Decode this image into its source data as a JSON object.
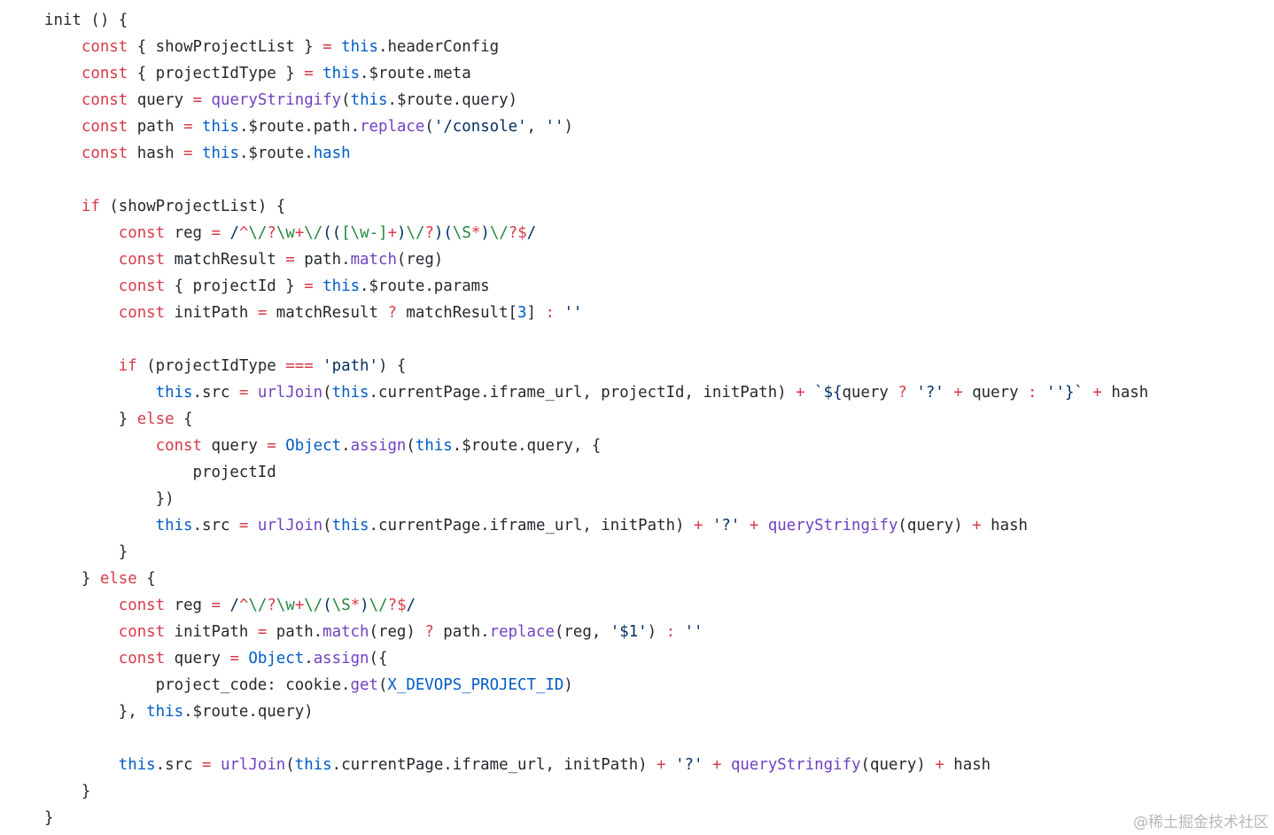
{
  "watermark": "@稀土掘金技术社区",
  "code_lines": [
    [
      [
        "tx",
        "init () {"
      ]
    ],
    [
      [
        "tx",
        "    "
      ],
      [
        "kw",
        "const"
      ],
      [
        "tx",
        " { showProjectList } "
      ],
      [
        "op",
        "="
      ],
      [
        "tx",
        " "
      ],
      [
        "bl",
        "this"
      ],
      [
        "tx",
        ".headerConfig"
      ]
    ],
    [
      [
        "tx",
        "    "
      ],
      [
        "kw",
        "const"
      ],
      [
        "tx",
        " { projectIdType } "
      ],
      [
        "op",
        "="
      ],
      [
        "tx",
        " "
      ],
      [
        "bl",
        "this"
      ],
      [
        "tx",
        ".$route.meta"
      ]
    ],
    [
      [
        "tx",
        "    "
      ],
      [
        "kw",
        "const"
      ],
      [
        "tx",
        " query "
      ],
      [
        "op",
        "="
      ],
      [
        "tx",
        " "
      ],
      [
        "fn",
        "queryStringify"
      ],
      [
        "tx",
        "("
      ],
      [
        "bl",
        "this"
      ],
      [
        "tx",
        ".$route.query)"
      ]
    ],
    [
      [
        "tx",
        "    "
      ],
      [
        "kw",
        "const"
      ],
      [
        "tx",
        " path "
      ],
      [
        "op",
        "="
      ],
      [
        "tx",
        " "
      ],
      [
        "bl",
        "this"
      ],
      [
        "tx",
        ".$route.path."
      ],
      [
        "fn",
        "replace"
      ],
      [
        "tx",
        "("
      ],
      [
        "str",
        "'/console'"
      ],
      [
        "tx",
        ", "
      ],
      [
        "str",
        "''"
      ],
      [
        "tx",
        ")"
      ]
    ],
    [
      [
        "tx",
        "    "
      ],
      [
        "kw",
        "const"
      ],
      [
        "tx",
        " hash "
      ],
      [
        "op",
        "="
      ],
      [
        "tx",
        " "
      ],
      [
        "bl",
        "this"
      ],
      [
        "tx",
        ".$route."
      ],
      [
        "bl",
        "hash"
      ]
    ],
    [
      [
        "tx",
        ""
      ]
    ],
    [
      [
        "tx",
        "    "
      ],
      [
        "kw",
        "if"
      ],
      [
        "tx",
        " (showProjectList) {"
      ]
    ],
    [
      [
        "tx",
        "        "
      ],
      [
        "kw",
        "const"
      ],
      [
        "tx",
        " reg "
      ],
      [
        "op",
        "="
      ],
      [
        "tx",
        " "
      ],
      [
        "rx",
        "/"
      ],
      [
        "rxr",
        "^"
      ],
      [
        "rxs",
        "\\/"
      ],
      [
        "rxr",
        "?"
      ],
      [
        "rxs",
        "\\w"
      ],
      [
        "rxr",
        "+"
      ],
      [
        "rxs",
        "\\/"
      ],
      [
        "rx",
        "(("
      ],
      [
        "rxs",
        "[\\w-]"
      ],
      [
        "rxr",
        "+"
      ],
      [
        "rx",
        ")"
      ],
      [
        "rxs",
        "\\/"
      ],
      [
        "rxr",
        "?"
      ],
      [
        "rx",
        ")("
      ],
      [
        "rxs",
        "\\S"
      ],
      [
        "rxr",
        "*"
      ],
      [
        "rx",
        ")"
      ],
      [
        "rxs",
        "\\/"
      ],
      [
        "rxr",
        "?$"
      ],
      [
        "rx",
        "/"
      ]
    ],
    [
      [
        "tx",
        "        "
      ],
      [
        "kw",
        "const"
      ],
      [
        "tx",
        " matchResult "
      ],
      [
        "op",
        "="
      ],
      [
        "tx",
        " path."
      ],
      [
        "fn",
        "match"
      ],
      [
        "tx",
        "(reg)"
      ]
    ],
    [
      [
        "tx",
        "        "
      ],
      [
        "kw",
        "const"
      ],
      [
        "tx",
        " { projectId } "
      ],
      [
        "op",
        "="
      ],
      [
        "tx",
        " "
      ],
      [
        "bl",
        "this"
      ],
      [
        "tx",
        ".$route.params"
      ]
    ],
    [
      [
        "tx",
        "        "
      ],
      [
        "kw",
        "const"
      ],
      [
        "tx",
        " initPath "
      ],
      [
        "op",
        "="
      ],
      [
        "tx",
        " matchResult "
      ],
      [
        "op",
        "?"
      ],
      [
        "tx",
        " matchResult["
      ],
      [
        "num",
        "3"
      ],
      [
        "tx",
        "] "
      ],
      [
        "op",
        ":"
      ],
      [
        "tx",
        " "
      ],
      [
        "str",
        "''"
      ]
    ],
    [
      [
        "tx",
        ""
      ]
    ],
    [
      [
        "tx",
        "        "
      ],
      [
        "kw",
        "if"
      ],
      [
        "tx",
        " (projectIdType "
      ],
      [
        "op",
        "==="
      ],
      [
        "tx",
        " "
      ],
      [
        "str",
        "'path'"
      ],
      [
        "tx",
        ") {"
      ]
    ],
    [
      [
        "tx",
        "            "
      ],
      [
        "bl",
        "this"
      ],
      [
        "tx",
        ".src "
      ],
      [
        "op",
        "="
      ],
      [
        "tx",
        " "
      ],
      [
        "fn",
        "urlJoin"
      ],
      [
        "tx",
        "("
      ],
      [
        "bl",
        "this"
      ],
      [
        "tx",
        ".currentPage.iframe_url, projectId, initPath) "
      ],
      [
        "op",
        "+"
      ],
      [
        "tx",
        " "
      ],
      [
        "str",
        "`${"
      ],
      [
        "tx",
        "query "
      ],
      [
        "op",
        "?"
      ],
      [
        "tx",
        " "
      ],
      [
        "str",
        "'?'"
      ],
      [
        "tx",
        " "
      ],
      [
        "op",
        "+"
      ],
      [
        "tx",
        " query "
      ],
      [
        "op",
        ":"
      ],
      [
        "tx",
        " "
      ],
      [
        "str",
        "''"
      ],
      [
        "str",
        "}`"
      ],
      [
        "tx",
        " "
      ],
      [
        "op",
        "+"
      ],
      [
        "tx",
        " hash"
      ]
    ],
    [
      [
        "tx",
        "        } "
      ],
      [
        "kw",
        "else"
      ],
      [
        "tx",
        " {"
      ]
    ],
    [
      [
        "tx",
        "            "
      ],
      [
        "kw",
        "const"
      ],
      [
        "tx",
        " query "
      ],
      [
        "op",
        "="
      ],
      [
        "tx",
        " "
      ],
      [
        "bl",
        "Object"
      ],
      [
        "tx",
        "."
      ],
      [
        "fn",
        "assign"
      ],
      [
        "tx",
        "("
      ],
      [
        "bl",
        "this"
      ],
      [
        "tx",
        ".$route.query, {"
      ]
    ],
    [
      [
        "tx",
        "                projectId"
      ]
    ],
    [
      [
        "tx",
        "            })"
      ]
    ],
    [
      [
        "tx",
        "            "
      ],
      [
        "bl",
        "this"
      ],
      [
        "tx",
        ".src "
      ],
      [
        "op",
        "="
      ],
      [
        "tx",
        " "
      ],
      [
        "fn",
        "urlJoin"
      ],
      [
        "tx",
        "("
      ],
      [
        "bl",
        "this"
      ],
      [
        "tx",
        ".currentPage.iframe_url, initPath) "
      ],
      [
        "op",
        "+"
      ],
      [
        "tx",
        " "
      ],
      [
        "str",
        "'?'"
      ],
      [
        "tx",
        " "
      ],
      [
        "op",
        "+"
      ],
      [
        "tx",
        " "
      ],
      [
        "fn",
        "queryStringify"
      ],
      [
        "tx",
        "(query) "
      ],
      [
        "op",
        "+"
      ],
      [
        "tx",
        " hash"
      ]
    ],
    [
      [
        "tx",
        "        }"
      ]
    ],
    [
      [
        "tx",
        "    } "
      ],
      [
        "kw",
        "else"
      ],
      [
        "tx",
        " {"
      ]
    ],
    [
      [
        "tx",
        "        "
      ],
      [
        "kw",
        "const"
      ],
      [
        "tx",
        " reg "
      ],
      [
        "op",
        "="
      ],
      [
        "tx",
        " "
      ],
      [
        "rx",
        "/"
      ],
      [
        "rxr",
        "^"
      ],
      [
        "rxs",
        "\\/"
      ],
      [
        "rxr",
        "?"
      ],
      [
        "rxs",
        "\\w"
      ],
      [
        "rxr",
        "+"
      ],
      [
        "rxs",
        "\\/"
      ],
      [
        "rx",
        "("
      ],
      [
        "rxs",
        "\\S"
      ],
      [
        "rxr",
        "*"
      ],
      [
        "rx",
        ")"
      ],
      [
        "rxs",
        "\\/"
      ],
      [
        "rxr",
        "?$"
      ],
      [
        "rx",
        "/"
      ]
    ],
    [
      [
        "tx",
        "        "
      ],
      [
        "kw",
        "const"
      ],
      [
        "tx",
        " initPath "
      ],
      [
        "op",
        "="
      ],
      [
        "tx",
        " path."
      ],
      [
        "fn",
        "match"
      ],
      [
        "tx",
        "(reg) "
      ],
      [
        "op",
        "?"
      ],
      [
        "tx",
        " path."
      ],
      [
        "fn",
        "replace"
      ],
      [
        "tx",
        "(reg, "
      ],
      [
        "str",
        "'$1'"
      ],
      [
        "tx",
        ") "
      ],
      [
        "op",
        ":"
      ],
      [
        "tx",
        " "
      ],
      [
        "str",
        "''"
      ]
    ],
    [
      [
        "tx",
        "        "
      ],
      [
        "kw",
        "const"
      ],
      [
        "tx",
        " query "
      ],
      [
        "op",
        "="
      ],
      [
        "tx",
        " "
      ],
      [
        "bl",
        "Object"
      ],
      [
        "tx",
        "."
      ],
      [
        "fn",
        "assign"
      ],
      [
        "tx",
        "({"
      ]
    ],
    [
      [
        "tx",
        "            project_code: cookie."
      ],
      [
        "fn",
        "get"
      ],
      [
        "tx",
        "("
      ],
      [
        "bl",
        "X_DEVOPS_PROJECT_ID"
      ],
      [
        "tx",
        ")"
      ]
    ],
    [
      [
        "tx",
        "        }, "
      ],
      [
        "bl",
        "this"
      ],
      [
        "tx",
        ".$route.query)"
      ]
    ],
    [
      [
        "tx",
        ""
      ]
    ],
    [
      [
        "tx",
        "        "
      ],
      [
        "bl",
        "this"
      ],
      [
        "tx",
        ".src "
      ],
      [
        "op",
        "="
      ],
      [
        "tx",
        " "
      ],
      [
        "fn",
        "urlJoin"
      ],
      [
        "tx",
        "("
      ],
      [
        "bl",
        "this"
      ],
      [
        "tx",
        ".currentPage.iframe_url, initPath) "
      ],
      [
        "op",
        "+"
      ],
      [
        "tx",
        " "
      ],
      [
        "str",
        "'?'"
      ],
      [
        "tx",
        " "
      ],
      [
        "op",
        "+"
      ],
      [
        "tx",
        " "
      ],
      [
        "fn",
        "queryStringify"
      ],
      [
        "tx",
        "(query) "
      ],
      [
        "op",
        "+"
      ],
      [
        "tx",
        " hash"
      ]
    ],
    [
      [
        "tx",
        "    }"
      ]
    ],
    [
      [
        "tx",
        "}"
      ]
    ]
  ]
}
